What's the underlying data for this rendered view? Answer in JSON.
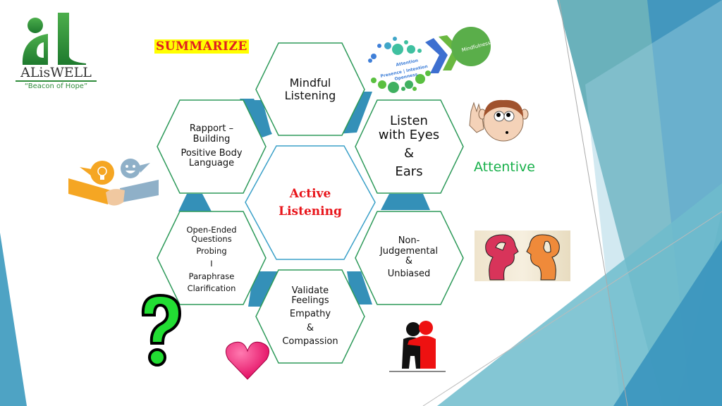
{
  "slide": {
    "logo": {
      "monogram": "al",
      "name": "ALisWELL",
      "tagline": "“Beacon of Hope”"
    },
    "summarize_label": "SUMMARIZE",
    "center": {
      "line1": "Active",
      "line2": "Listening"
    },
    "hexagons": [
      {
        "id": "mindful",
        "lines": [
          "Mindful",
          "Listening"
        ]
      },
      {
        "id": "listen-eyes",
        "lines": [
          "Listen",
          "with Eyes",
          "&",
          "Ears"
        ]
      },
      {
        "id": "rapport",
        "lines": [
          "Rapport –",
          "Building",
          "Positive Body",
          "Language"
        ]
      },
      {
        "id": "open-ended",
        "lines": [
          "Open-Ended",
          "Questions",
          "Probing",
          "I",
          "Paraphrase",
          "Clarification"
        ]
      },
      {
        "id": "non-judgemental",
        "lines": [
          "Non-",
          "Judgemental",
          "&",
          "Unbiased"
        ]
      },
      {
        "id": "validate",
        "lines": [
          "Validate",
          "Feelings",
          "Empathy",
          "&",
          "Compassion"
        ]
      }
    ],
    "mindfulness_graphic": {
      "dots_text": [
        "Attention",
        "Presence | Intention",
        "Openness"
      ],
      "circle_label": "Mindfulness"
    },
    "attentive_label": "Attentive",
    "colors": {
      "hex_border": "#2e9a5a",
      "center_border": "#3aa0c8",
      "connector": "#3490b8",
      "accent_red": "#e8151b",
      "accent_green": "#17b04a",
      "highlight_yellow": "#ffff00"
    }
  }
}
